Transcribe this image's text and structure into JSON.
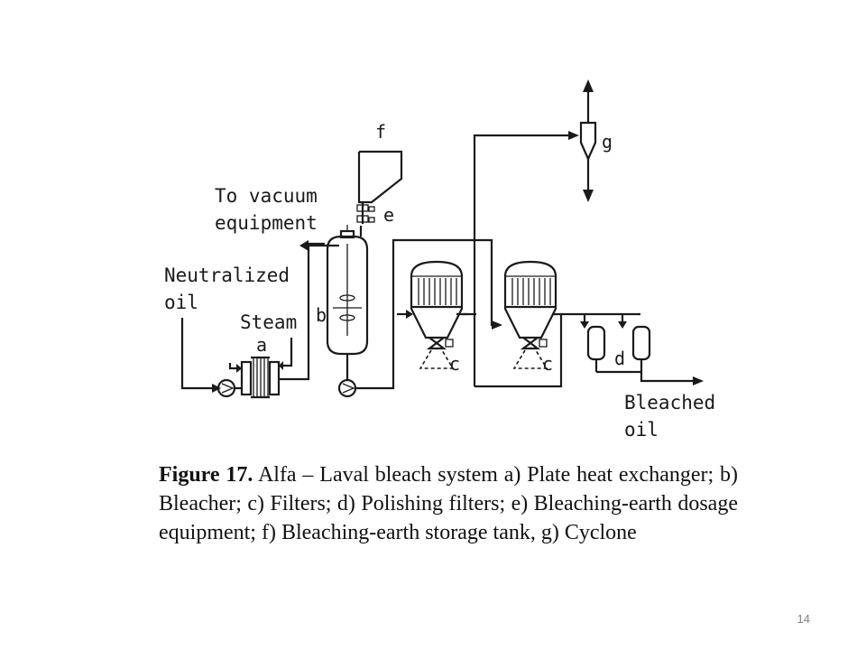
{
  "diagram": {
    "labels": {
      "to_vacuum_line1": "To vacuum",
      "to_vacuum_line2": "equipment",
      "neutralized_line1": "Neutralized",
      "neutralized_line2": "oil",
      "steam": "Steam",
      "bleached_line1": "Bleached",
      "bleached_line2": "oil"
    },
    "letters": {
      "a": "a",
      "b": "b",
      "c1": "c",
      "c2": "c",
      "d": "d",
      "e": "e",
      "f": "f",
      "g": "g"
    }
  },
  "caption": {
    "figure_label": "Figure 17.",
    "text": "Alfa – Laval bleach system a) Plate heat exchanger; b) Bleacher; c) Filters; d) Polishing filters; e) Bleaching-earth dosage equipment; f) Bleaching-earth storage tank, g) Cyclone"
  },
  "page_number": "14"
}
